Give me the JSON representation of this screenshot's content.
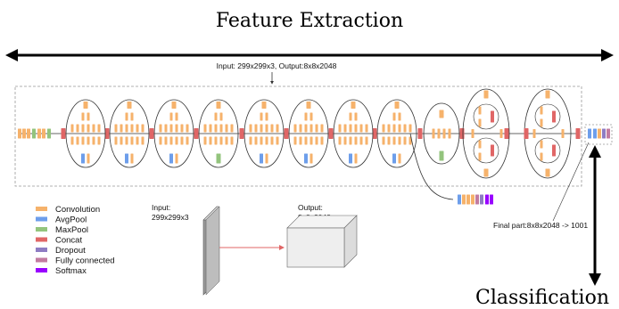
{
  "titles": {
    "feature_extraction": "Feature Extraction",
    "classification": "Classification"
  },
  "annotations": {
    "network_io": "Input: 299x299x3, Output:8x8x2048",
    "final_part": "Final part:8x8x2048 -> 1001",
    "input_label_line1": "Input:",
    "input_label_line2": "299x299x3",
    "output_label_line1": "Output:",
    "output_label_line2": "8x8x2048"
  },
  "legend": [
    {
      "label": "Convolution",
      "color": "#f6b26b"
    },
    {
      "label": "AvgPool",
      "color": "#6d9eeb"
    },
    {
      "label": "MaxPool",
      "color": "#93c47d"
    },
    {
      "label": "Concat",
      "color": "#e06666"
    },
    {
      "label": "Dropout",
      "color": "#8e7cc3"
    },
    {
      "label": "Fully connected",
      "color": "#c27ba0"
    },
    {
      "label": "Softmax",
      "color": "#9900ff"
    }
  ],
  "colors": {
    "convolution": "#f6b26b",
    "avgpool": "#6d9eeb",
    "maxpool": "#93c47d",
    "concat": "#e06666",
    "dropout": "#8e7cc3",
    "fully_connected": "#c27ba0",
    "softmax": "#9900ff",
    "connector": "#333333",
    "io_arrow": "#e06666"
  }
}
